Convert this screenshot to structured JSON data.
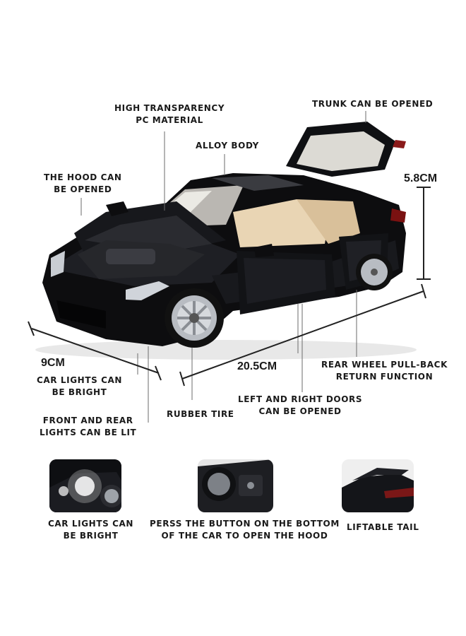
{
  "labels": {
    "high_transparency": [
      "HIGH TRANSPARENCY",
      "PC MATERIAL"
    ],
    "trunk": "TRUNK CAN BE OPENED",
    "alloy": "ALLOY BODY",
    "hood": [
      "THE HOOD CAN",
      "BE OPENED"
    ],
    "car_lights": [
      "CAR LIGHTS CAN",
      "BE BRIGHT"
    ],
    "front_rear": [
      "FRONT AND REAR",
      "LIGHTS CAN BE LIT"
    ],
    "rubber": "RUBBER TIRE",
    "doors": [
      "LEFT AND RIGHT DOORS",
      "CAN BE OPENED"
    ],
    "rear_wheel": [
      "REAR WHEEL PULL-BACK",
      "RETURN FUNCTION"
    ]
  },
  "dimensions": {
    "height": "5.8CM",
    "width": "9CM",
    "length": "20.5CM"
  },
  "features": [
    {
      "icon": "headlight-photo",
      "caption": [
        "CAR LIGHTS CAN",
        "BE BRIGHT"
      ]
    },
    {
      "icon": "underside-button-photo",
      "caption": [
        "PERSS THE BUTTON ON THE BOTTOM",
        "OF THE CAR TO OPEN THE HOOD"
      ]
    },
    {
      "icon": "spoiler-photo",
      "caption": [
        "LIFTABLE TAIL"
      ]
    }
  ]
}
